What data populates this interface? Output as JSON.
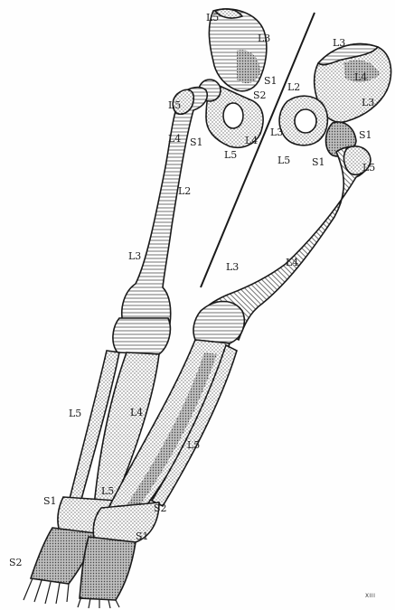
{
  "figure": {
    "plate_number": "XIII",
    "colors": {
      "ink": "#1a1a1a",
      "bone": "#ffffff",
      "dense_shade": "#9a9a9a"
    },
    "left_limb_labels": [
      {
        "id": "l-ilium-top",
        "text": "L5"
      },
      {
        "id": "l-ilium-crest",
        "text": "L3"
      },
      {
        "id": "l-sacral-1",
        "text": "S1"
      },
      {
        "id": "l-sacral-2",
        "text": "S2"
      },
      {
        "id": "l-trochanter",
        "text": "L5"
      },
      {
        "id": "l-femur-neck",
        "text": "L4"
      },
      {
        "id": "l-sacral-3",
        "text": "S1"
      },
      {
        "id": "l-ischium",
        "text": "L4"
      },
      {
        "id": "l-pubis",
        "text": "L5"
      },
      {
        "id": "l-femur-upper",
        "text": "L2"
      },
      {
        "id": "l-femur-mid",
        "text": "L3"
      },
      {
        "id": "l-leg-lateral",
        "text": "L5"
      },
      {
        "id": "l-leg-medial",
        "text": "L4"
      },
      {
        "id": "l-ankle-s1",
        "text": "S1"
      },
      {
        "id": "l-foot-s2",
        "text": "S2"
      }
    ],
    "right_limb_labels": [
      {
        "id": "r-ilium-crest",
        "text": "L3"
      },
      {
        "id": "r-ilium-inner",
        "text": "L4"
      },
      {
        "id": "r-ilium-l2",
        "text": "L2"
      },
      {
        "id": "r-ilium-l3",
        "text": "L3"
      },
      {
        "id": "r-acetabulum",
        "text": "L3"
      },
      {
        "id": "r-sacral-1",
        "text": "S1"
      },
      {
        "id": "r-ischium",
        "text": "L5"
      },
      {
        "id": "r-sacral-2",
        "text": "S1"
      },
      {
        "id": "r-trochanter",
        "text": "L5"
      },
      {
        "id": "r-femur-l3",
        "text": "L3"
      },
      {
        "id": "r-femur-l4",
        "text": "L4"
      },
      {
        "id": "r-leg-l5",
        "text": "L5"
      },
      {
        "id": "r-ankle-l5",
        "text": "L5"
      },
      {
        "id": "r-ankle-s2",
        "text": "S2"
      },
      {
        "id": "r-foot-s1",
        "text": "S1"
      }
    ]
  }
}
